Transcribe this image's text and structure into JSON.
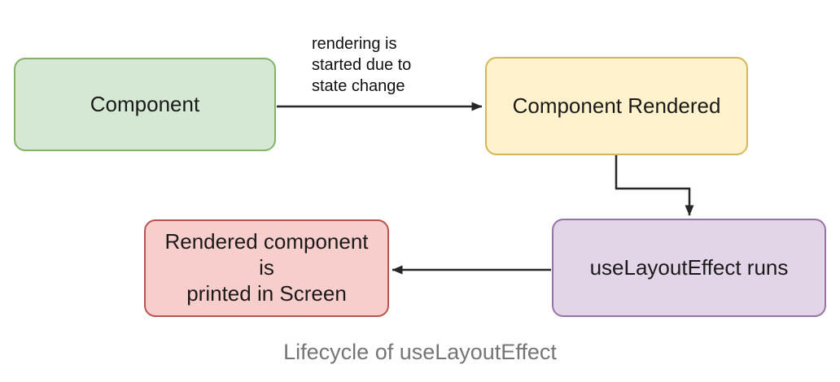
{
  "diagram": {
    "title": "Lifecycle of useLayoutEffect",
    "nodes": {
      "component": {
        "label": "Component",
        "fill": "#d5e8d4",
        "stroke": "#82b366"
      },
      "component_rendered": {
        "label": "Component Rendered",
        "fill": "#fff2cc",
        "stroke": "#d6b656"
      },
      "use_layout_effect_runs": {
        "label": "useLayoutEffect runs",
        "fill": "#e1d5e7",
        "stroke": "#9673a6"
      },
      "rendered_printed": {
        "label": "Rendered component is\nprinted in Screen",
        "fill": "#f8cecc",
        "stroke": "#b85450"
      }
    },
    "edges": [
      {
        "from": "component",
        "to": "component_rendered",
        "label": "rendering is\nstarted due to\nstate change"
      },
      {
        "from": "component_rendered",
        "to": "use_layout_effect_runs",
        "label": ""
      },
      {
        "from": "use_layout_effect_runs",
        "to": "rendered_printed",
        "label": ""
      }
    ],
    "colors": {
      "arrow": "#262626",
      "node_text": "#1a1a1a",
      "edge_label_text": "#111111",
      "caption_text": "#757575",
      "background": "#ffffff"
    }
  }
}
